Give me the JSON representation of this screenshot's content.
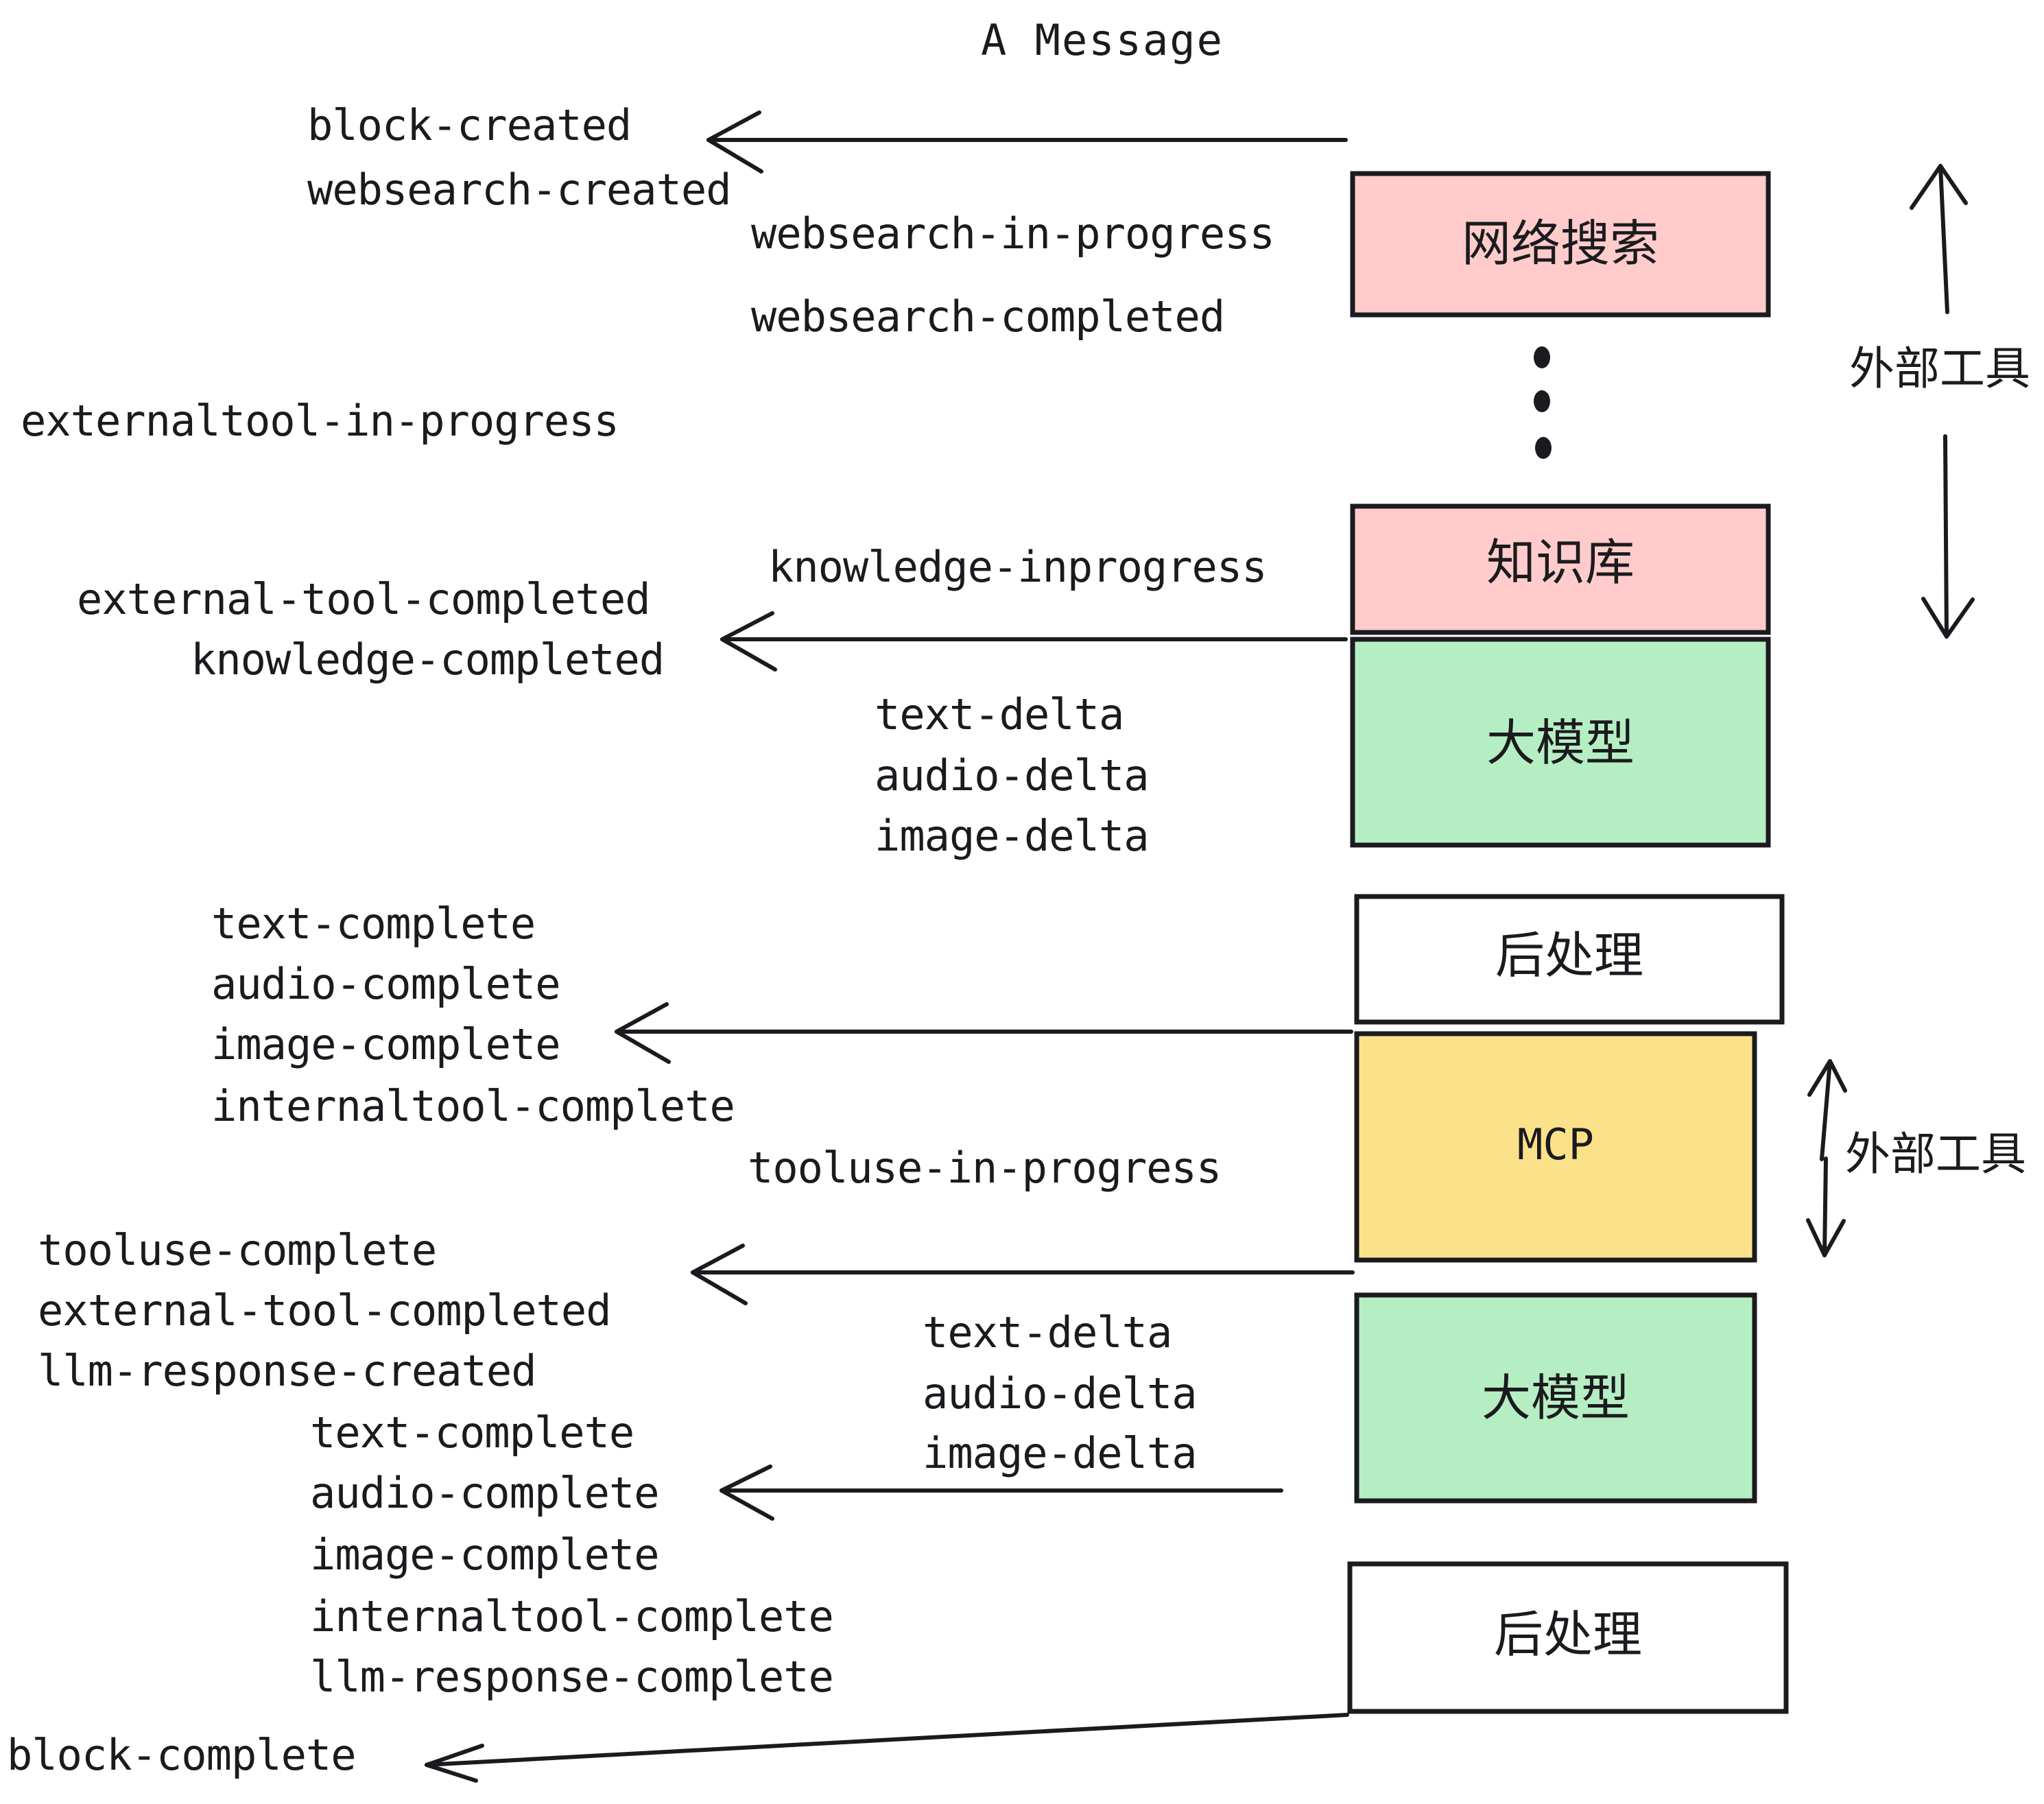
{
  "title": "A Message",
  "colors": {
    "pink": "#ffcccb",
    "green": "#b6eec3",
    "yellow": "#fbe28a",
    "white": "#ffffff",
    "stroke": "#1b1b1f",
    "text": "#1b1b1f"
  },
  "boxes": {
    "websearch": "网络搜索",
    "knowledge": "知识库",
    "llm_top": "大模型",
    "postprocess_top": "后处理",
    "mcp": "MCP",
    "llm_bottom": "大模型",
    "postprocess_bottom": "后处理"
  },
  "side_labels": {
    "external_tool_top": "外部工具",
    "external_tool_bottom": "外部工具"
  },
  "events": {
    "block_created": "block-created",
    "websearch_created": "websearch-created",
    "websearch_in_progress": "websearch-in-progress",
    "websearch_completed": "websearch-completed",
    "externaltool_in_progress": "externaltool-in-progress",
    "knowledge_inprogress": "knowledge-inprogress",
    "external_tool_completed_1": "external-tool-completed",
    "knowledge_completed": "knowledge-completed",
    "text_delta_1": "text-delta",
    "audio_delta_1": "audio-delta",
    "image_delta_1": "image-delta",
    "text_complete_1": "text-complete",
    "audio_complete_1": "audio-complete",
    "image_complete_1": "image-complete",
    "internaltool_complete_1": "internaltool-complete",
    "tooluse_in_progress": "tooluse-in-progress",
    "tooluse_complete": "tooluse-complete",
    "external_tool_completed_2": "external-tool-completed",
    "llm_response_created": "llm-response-created",
    "text_delta_2": "text-delta",
    "audio_delta_2": "audio-delta",
    "image_delta_2": "image-delta",
    "text_complete_2": "text-complete",
    "audio_complete_2": "audio-complete",
    "image_complete_2": "image-complete",
    "internaltool_complete_2": "internaltool-complete",
    "llm_response_complete": "llm-response-complete",
    "block_complete": "block-complete"
  }
}
